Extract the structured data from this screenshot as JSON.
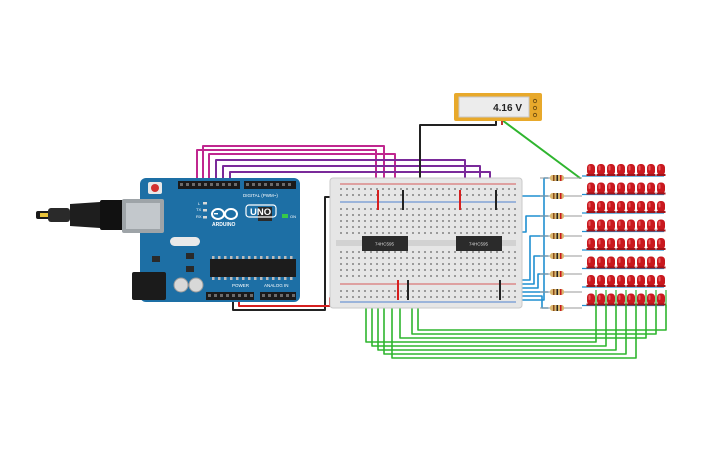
{
  "multimeter": {
    "reading": "4.16 V"
  },
  "arduino": {
    "brand": "ARDUINO",
    "model": "UNO",
    "digital_label": "DIGITAL (PWM~)",
    "power_label": "POWER",
    "analog_label": "ANALOG IN",
    "on_label": "ON",
    "tx_label": "TX",
    "rx_label": "RX",
    "l_label": "L",
    "aref_label": "AREF"
  },
  "chips": [
    {
      "label": "74HC595"
    },
    {
      "label": "74HC595"
    }
  ],
  "led_matrix": {
    "rows": 8,
    "cols": 8
  },
  "colors": {
    "board_blue": "#1d6fa5",
    "wire_magenta": "#c0278f",
    "wire_purple": "#7a2a9a",
    "wire_green": "#2fb52f",
    "wire_blue": "#1f8fd1",
    "wire_black": "#222222",
    "wire_red": "#d61f1f",
    "led_red": "#c9191f",
    "meter_frame": "#e8a92b"
  }
}
